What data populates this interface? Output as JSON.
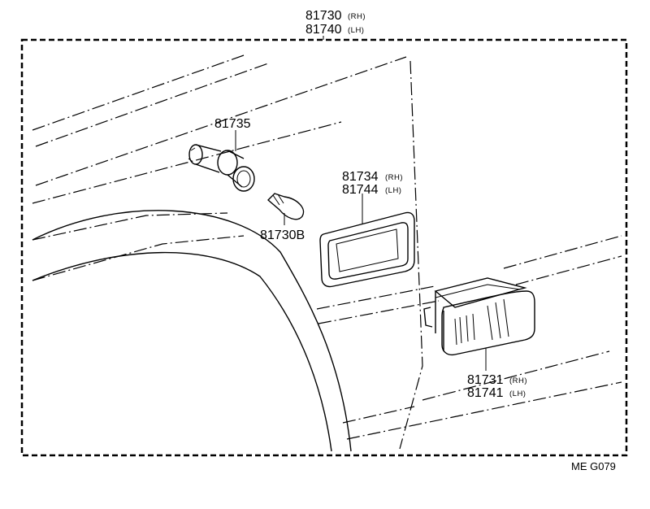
{
  "callouts": {
    "assembly": {
      "part_rh": "81730",
      "tag_rh": "(RH)",
      "part_lh": "81740",
      "tag_lh": "(LH)"
    },
    "socket": {
      "part": "81735"
    },
    "bulb": {
      "part": "81730B"
    },
    "gasket": {
      "part_rh": "81734",
      "tag_rh": "(RH)",
      "part_lh": "81744",
      "tag_lh": "(LH)"
    },
    "lens": {
      "part_rh": "81731",
      "tag_rh": "(RH)",
      "part_lh": "81741",
      "tag_lh": "(LH)"
    }
  },
  "figure_code": "ME G079"
}
